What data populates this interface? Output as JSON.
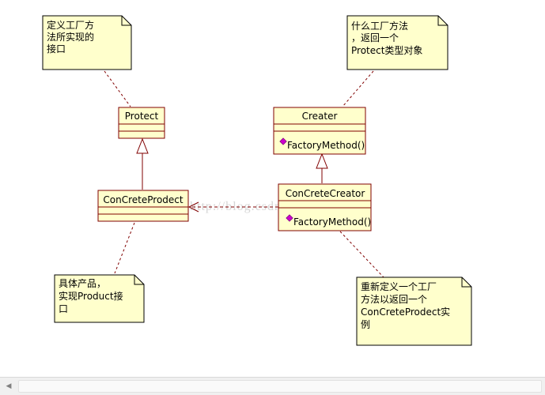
{
  "classes": {
    "protect": {
      "name": "Protect"
    },
    "concrete_product": {
      "name": "ConCreteProdect"
    },
    "creater": {
      "name": "Creater",
      "method": "FactoryMethod()"
    },
    "concrete_creator": {
      "name": "ConCreteCreator",
      "method": "FactoryMethod()"
    }
  },
  "notes": {
    "protect_note": [
      "定义工厂方",
      "法所实现的",
      "接口"
    ],
    "creater_note": [
      "什么工厂方法",
      "，返回一个",
      "Protect类型对象"
    ],
    "product_note": [
      "具体产品，",
      "实现Product接",
      "口"
    ],
    "creator_note": [
      "重新定义一个工厂",
      "方法以返回一个",
      "ConCreteProdect实",
      "例"
    ]
  },
  "watermark": "http://blog.csdn.net/jinfulin",
  "colors": {
    "class_fill": "#ffffcc",
    "class_border": "#800000",
    "note_fill": "#ffffcc",
    "method_marker": "#cc00cc",
    "line": "#800000"
  },
  "icons": {
    "method_marker": "diamond-icon",
    "scroll_left": "triangle-left-icon"
  }
}
